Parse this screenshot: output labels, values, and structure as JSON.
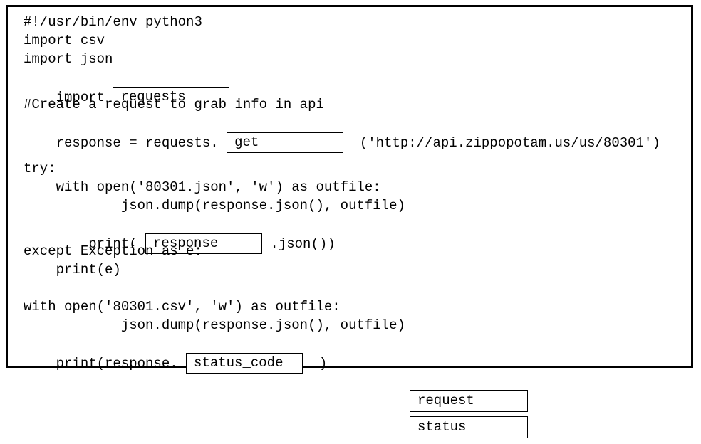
{
  "code": {
    "l1": "#!/usr/bin/env python3",
    "l2": "import csv",
    "l3": "import json",
    "l4_prefix": "import ",
    "l4_slot": "requests",
    "l5": "#Create a request to grab info in api",
    "l6_prefix": "response = requests. ",
    "l6_slot": "get",
    "l6_suffix": "  ('http://api.zippopotam.us/us/80301')",
    "l7": "try:",
    "l8": "    with open('80301.json', 'w') as outfile:",
    "l9": "            json.dump(response.json(), outfile)",
    "l10_prefix": "    print( ",
    "l10_slot": "response",
    "l10_suffix": " .json())",
    "l11": "except Exception as e:",
    "l12": "    print(e)",
    "l13": "with open('80301.csv', 'w') as outfile:",
    "l14": "            json.dump(response.json(), outfile)",
    "l15_prefix": "print(response. ",
    "l15_slot": "status_code",
    "l15_suffix": "  )"
  },
  "bank": {
    "items": [
      "request",
      "status"
    ]
  }
}
